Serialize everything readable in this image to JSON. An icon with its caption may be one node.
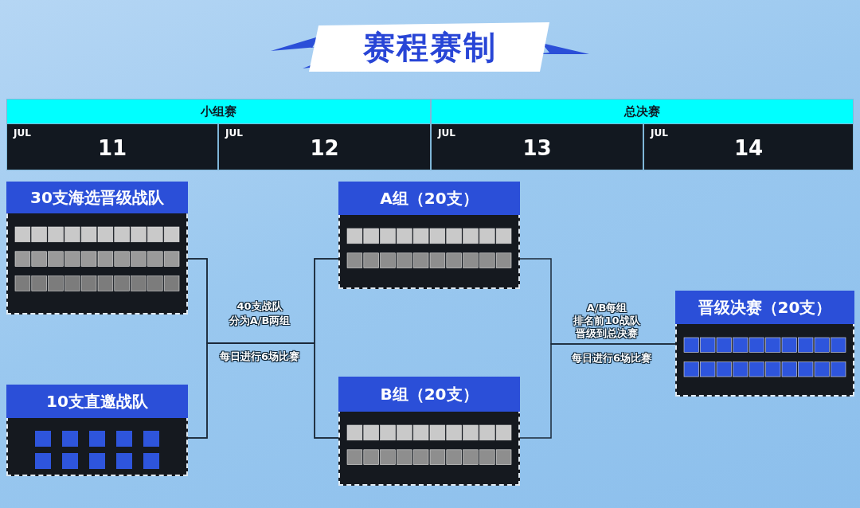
{
  "diagram": {
    "title": "赛程赛制",
    "nodes": [
      {
        "text": [
          "30支海选晋级战队"
        ]
      },
      {
        "text": [
          "10支直邀战队"
        ]
      },
      {
        "text": [
          "A组（20支）"
        ]
      },
      {
        "text": [
          "B组（20支）"
        ]
      },
      {
        "text": [
          "晋级决赛（20支）"
        ]
      }
    ],
    "edges": [
      {
        "from": 0,
        "to": 2,
        "arrow": "none"
      },
      {
        "from": 0,
        "to": 3,
        "arrow": "none"
      },
      {
        "from": 1,
        "to": 2,
        "arrow": "none"
      },
      {
        "from": 1,
        "to": 3,
        "arrow": "none"
      },
      {
        "from": 2,
        "to": 4,
        "arrow": "none"
      },
      {
        "from": 3,
        "to": 4,
        "arrow": "none"
      }
    ],
    "labels": [
      "小组赛",
      "总决赛",
      "JUL",
      "11",
      "JUL",
      "12",
      "JUL",
      "13",
      "JUL",
      "14",
      "40支战队",
      "分为A/B两组",
      "每日进行6场比赛",
      "A/B每组",
      "排名前10战队",
      "晋级到总决赛",
      "每日进行6场比赛"
    ]
  }
}
